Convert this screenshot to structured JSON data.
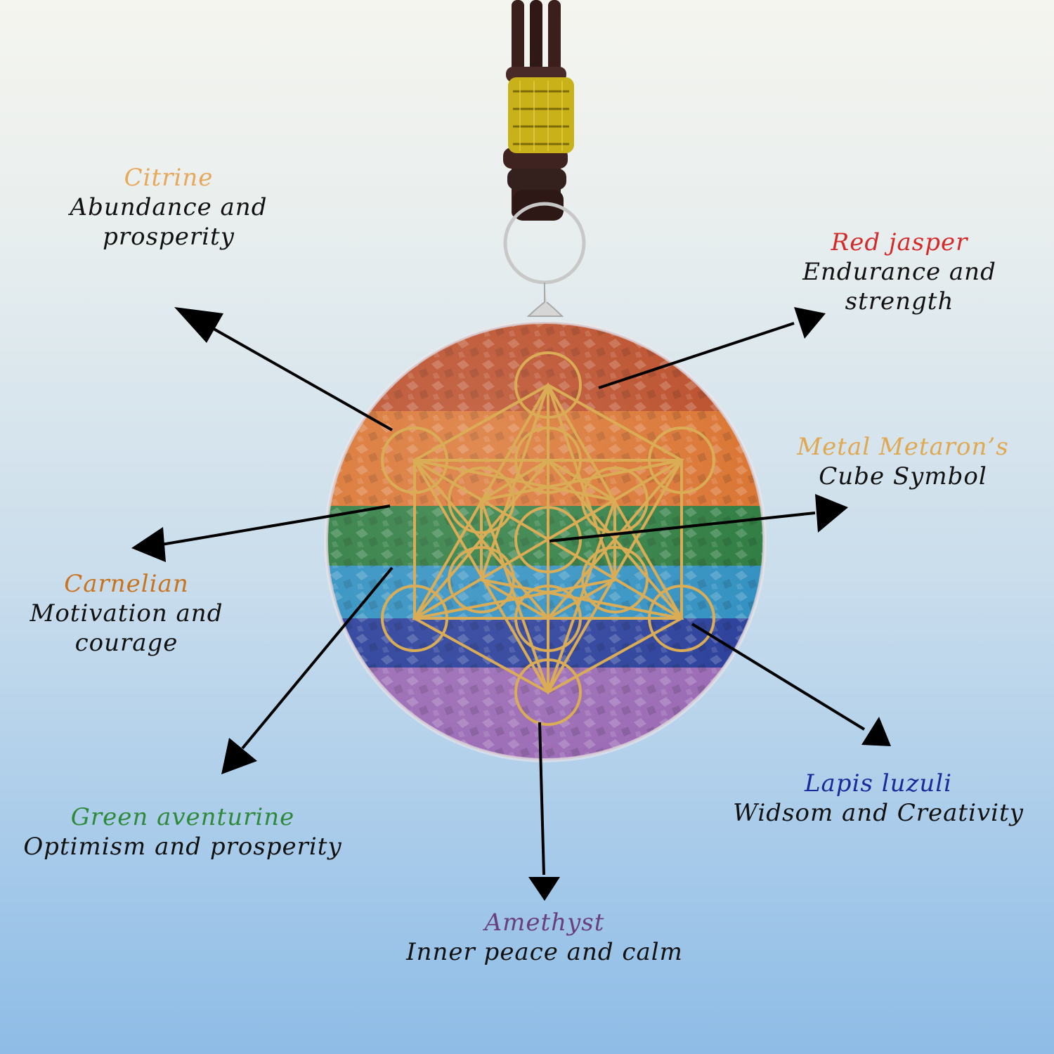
{
  "labels": {
    "citrine": {
      "name": "Citrine",
      "desc_1": "Abundance and",
      "desc_2": "prosperity",
      "color": "#e6a85a"
    },
    "red_jasper": {
      "name": "Red jasper",
      "desc_1": "Endurance and",
      "desc_2": "strength",
      "color": "#d42a2a"
    },
    "metatron": {
      "name": "Metal Metaron’s",
      "desc_1": "Cube Symbol",
      "color": "#e0a850"
    },
    "carnelian": {
      "name": "Carnelian",
      "desc_1": "Motivation and",
      "desc_2": "courage",
      "color": "#c8741e"
    },
    "green_aventurine": {
      "name": "Green aventurine",
      "desc_1": "Optimism and prosperity",
      "color": "#2e8a3a"
    },
    "lapis": {
      "name": "Lapis luzuli",
      "desc_1": "Widsom and Creativity",
      "color": "#1a2a9a"
    },
    "amethyst": {
      "name": "Amethyst",
      "desc_1": "Inner peace and calm",
      "color": "#6a3f7e"
    }
  },
  "colors": {
    "cord": "#3a1f1c",
    "bead": "#c9b11a",
    "ring": "#c8c8c8",
    "symbol_gold": "#d9ac55",
    "arrow": "#000000"
  },
  "icons": [
    "pendant-image",
    "metatron-cube-icon",
    "arrow-icon"
  ]
}
